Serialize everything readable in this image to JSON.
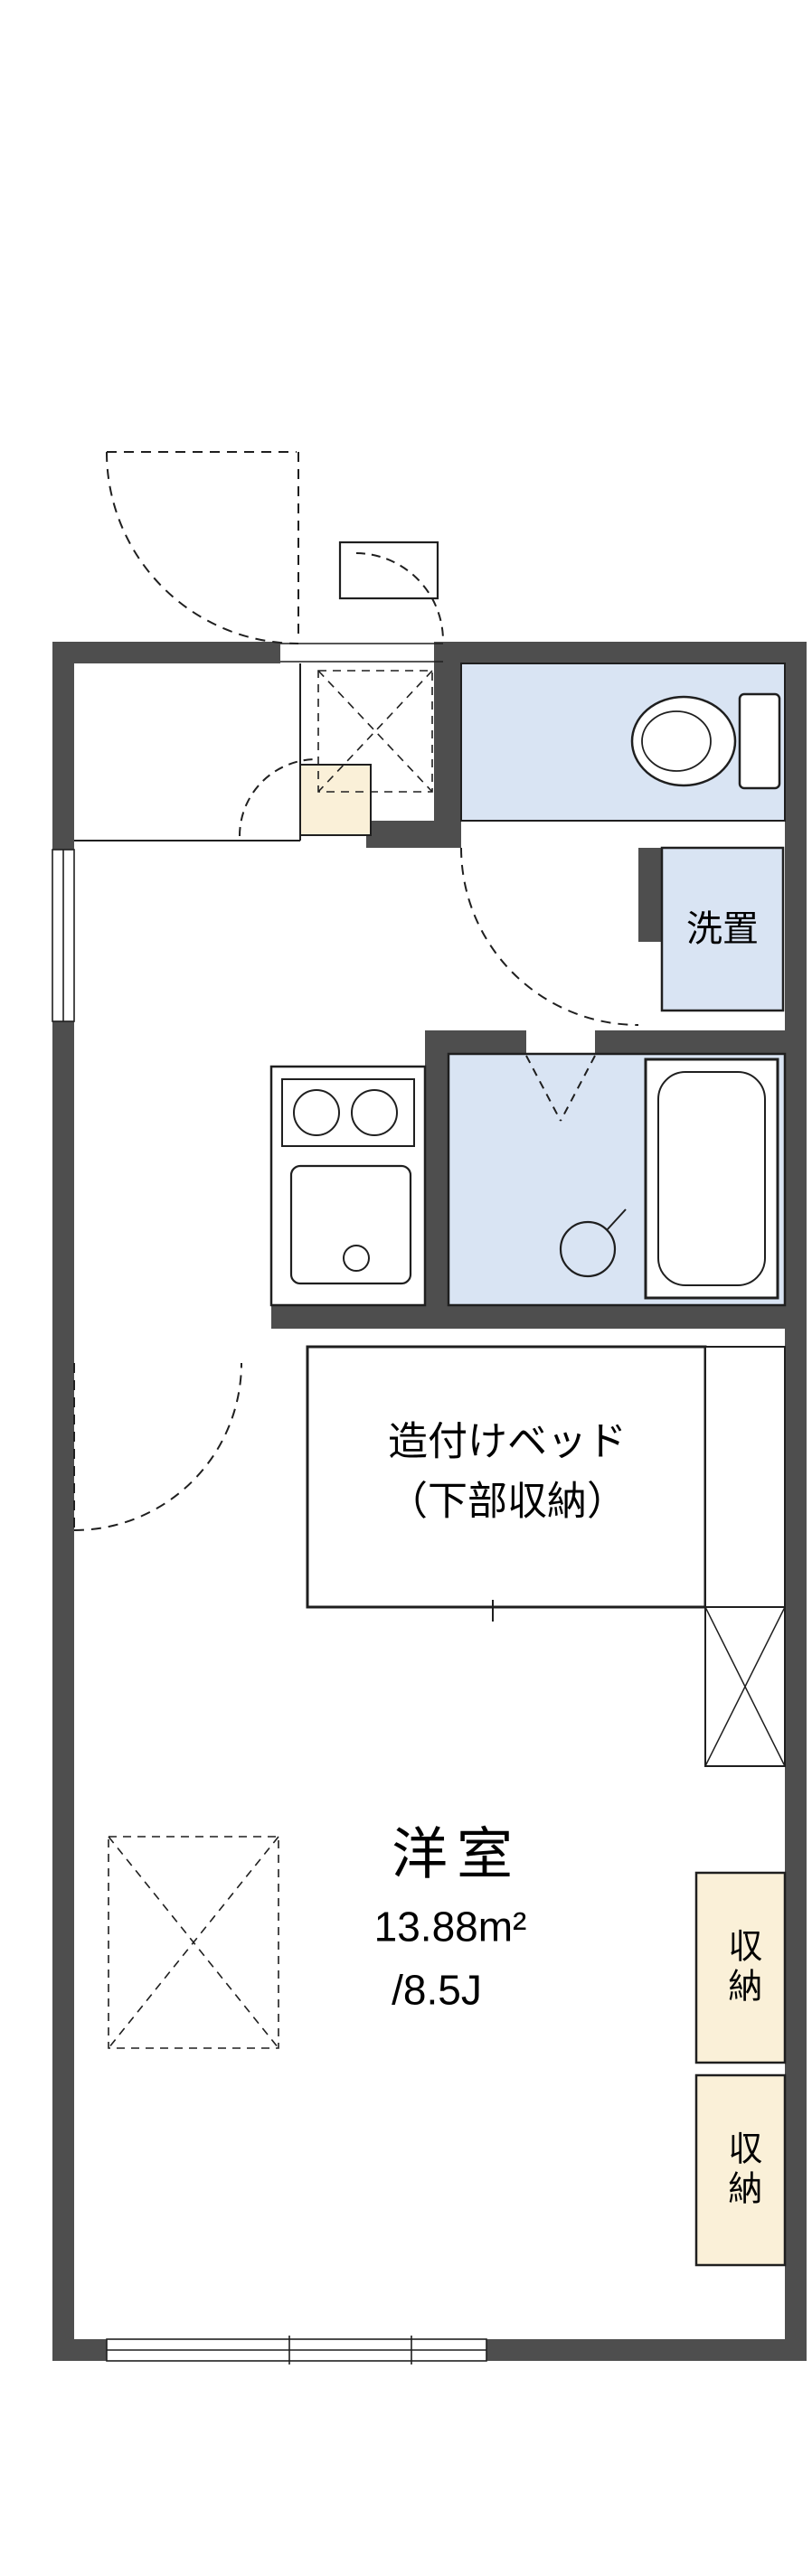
{
  "page": {
    "background": "#ffffff"
  },
  "colors": {
    "wall": "#4e4e4e",
    "wet_area": "#d9e4f3",
    "storage_area": "#faf0d8",
    "line": "#1f1f1f"
  },
  "labels": {
    "washer": "洗置",
    "bed_line1": "造付けベッド",
    "bed_line2": "（下部収納）",
    "room_name": "洋室",
    "room_area": "13.88m²",
    "room_size": "/8.5J",
    "storage_upper": "収納",
    "storage_lower": "収納"
  }
}
